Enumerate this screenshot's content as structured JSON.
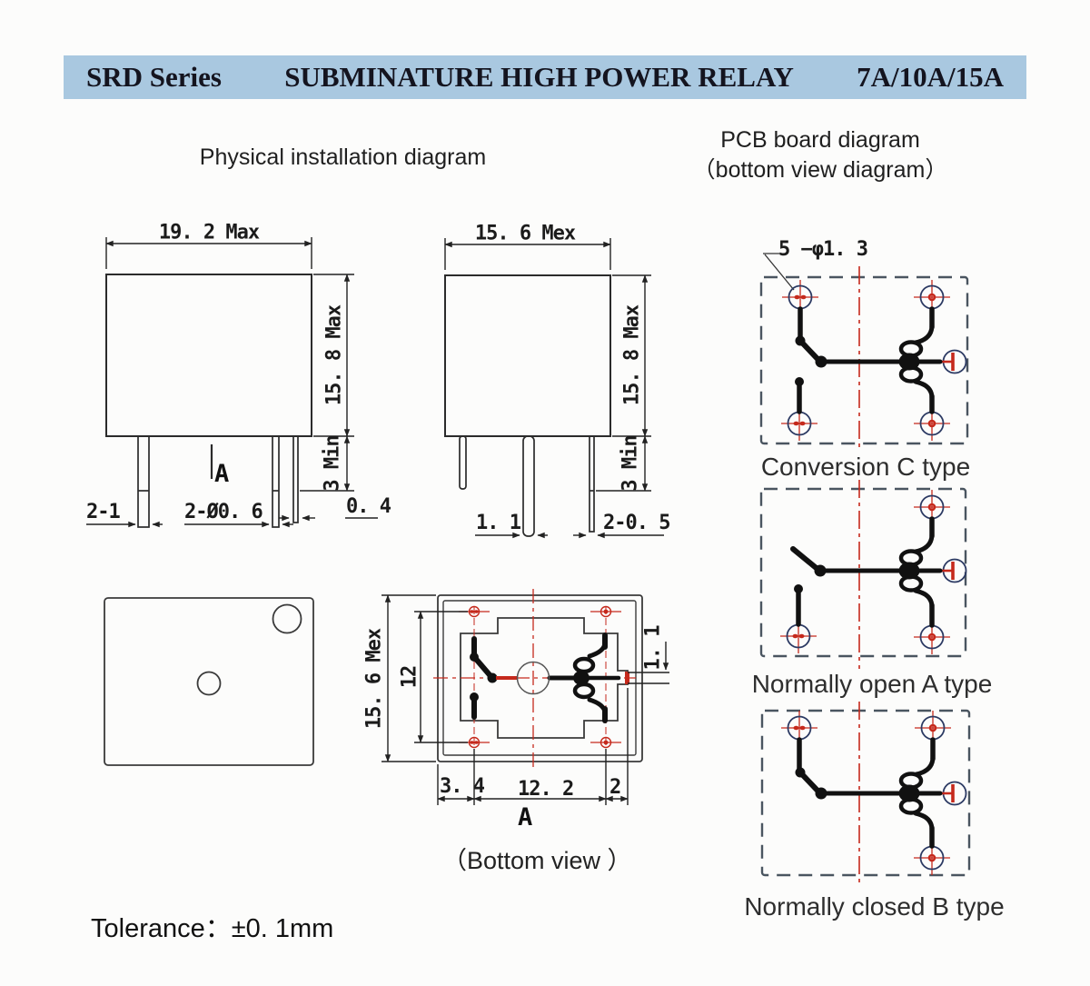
{
  "header": {
    "series": "SRD Series",
    "title": "SUBMINATURE HIGH POWER RELAY",
    "rating": "7A/10A/15A"
  },
  "sections": {
    "left_title": "Physical installation diagram",
    "right_title_line1": "PCB board diagram",
    "right_title_line2": "（bottom view diagram）"
  },
  "front_view": {
    "width_dim": "19. 2 Max",
    "height_dim": "15. 8 Max",
    "pin_len_dim": "3 Min",
    "pin_left_dim": "2-1",
    "pin_mid_dim": "2-Ø0. 6",
    "pin_right_dim": "0. 4",
    "marker": "A"
  },
  "side_view": {
    "width_dim": "15. 6 Mex",
    "height_dim": "15. 8 Max",
    "pin_len_dim": "3 Min",
    "pin_mid_dim": "1. 1",
    "pin_right_dim": "2-0. 5"
  },
  "pcb": {
    "hole_dim": "5  −φ1. 3",
    "types": [
      {
        "label": "Conversion C type"
      },
      {
        "label": "Normally open A type"
      },
      {
        "label": "Normally closed B type"
      }
    ]
  },
  "bottom_view": {
    "height_dim": "15. 6 Mex",
    "inner_dim": "12",
    "dim_left": "3. 4",
    "dim_mid": "12. 2",
    "dim_right": "2",
    "pin_dim": "1. 1",
    "marker": "A",
    "caption": "（Bottom view ）"
  },
  "footer": {
    "tolerance": "Tolerance：±0. 1mm"
  },
  "colors": {
    "accent_red": "#c5291c",
    "line": "#2b2b2b",
    "header_bg": "#a9c8e0",
    "pad_ring": "#2c3a63"
  }
}
